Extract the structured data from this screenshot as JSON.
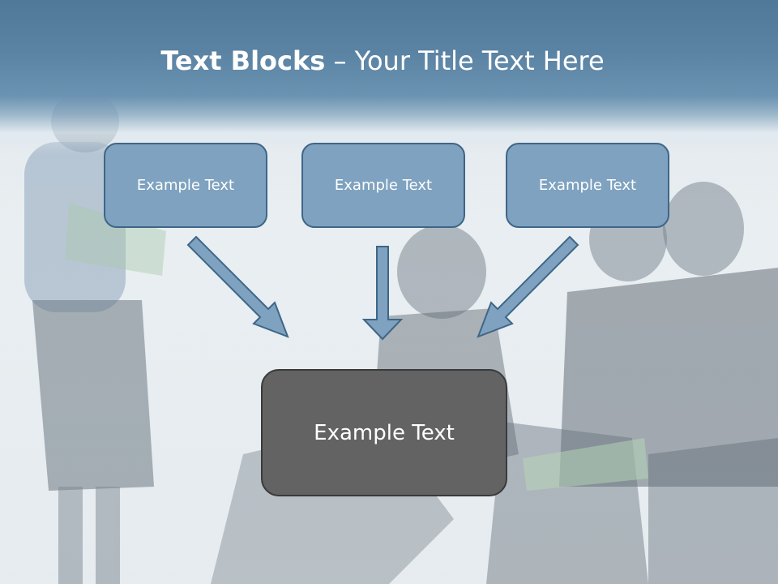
{
  "title": {
    "bold": "Text Blocks",
    "rest": " – Your Title Text Here"
  },
  "blocks": [
    {
      "label": "Example Text"
    },
    {
      "label": "Example Text"
    },
    {
      "label": "Example Text"
    }
  ],
  "main_block": {
    "label": "Example Text"
  },
  "colors": {
    "header": "#5b83a3",
    "block_fill": "#7ea2bf",
    "block_border": "#3f6687",
    "main_fill": "#636363",
    "arrow_fill": "#7ea2bf"
  }
}
